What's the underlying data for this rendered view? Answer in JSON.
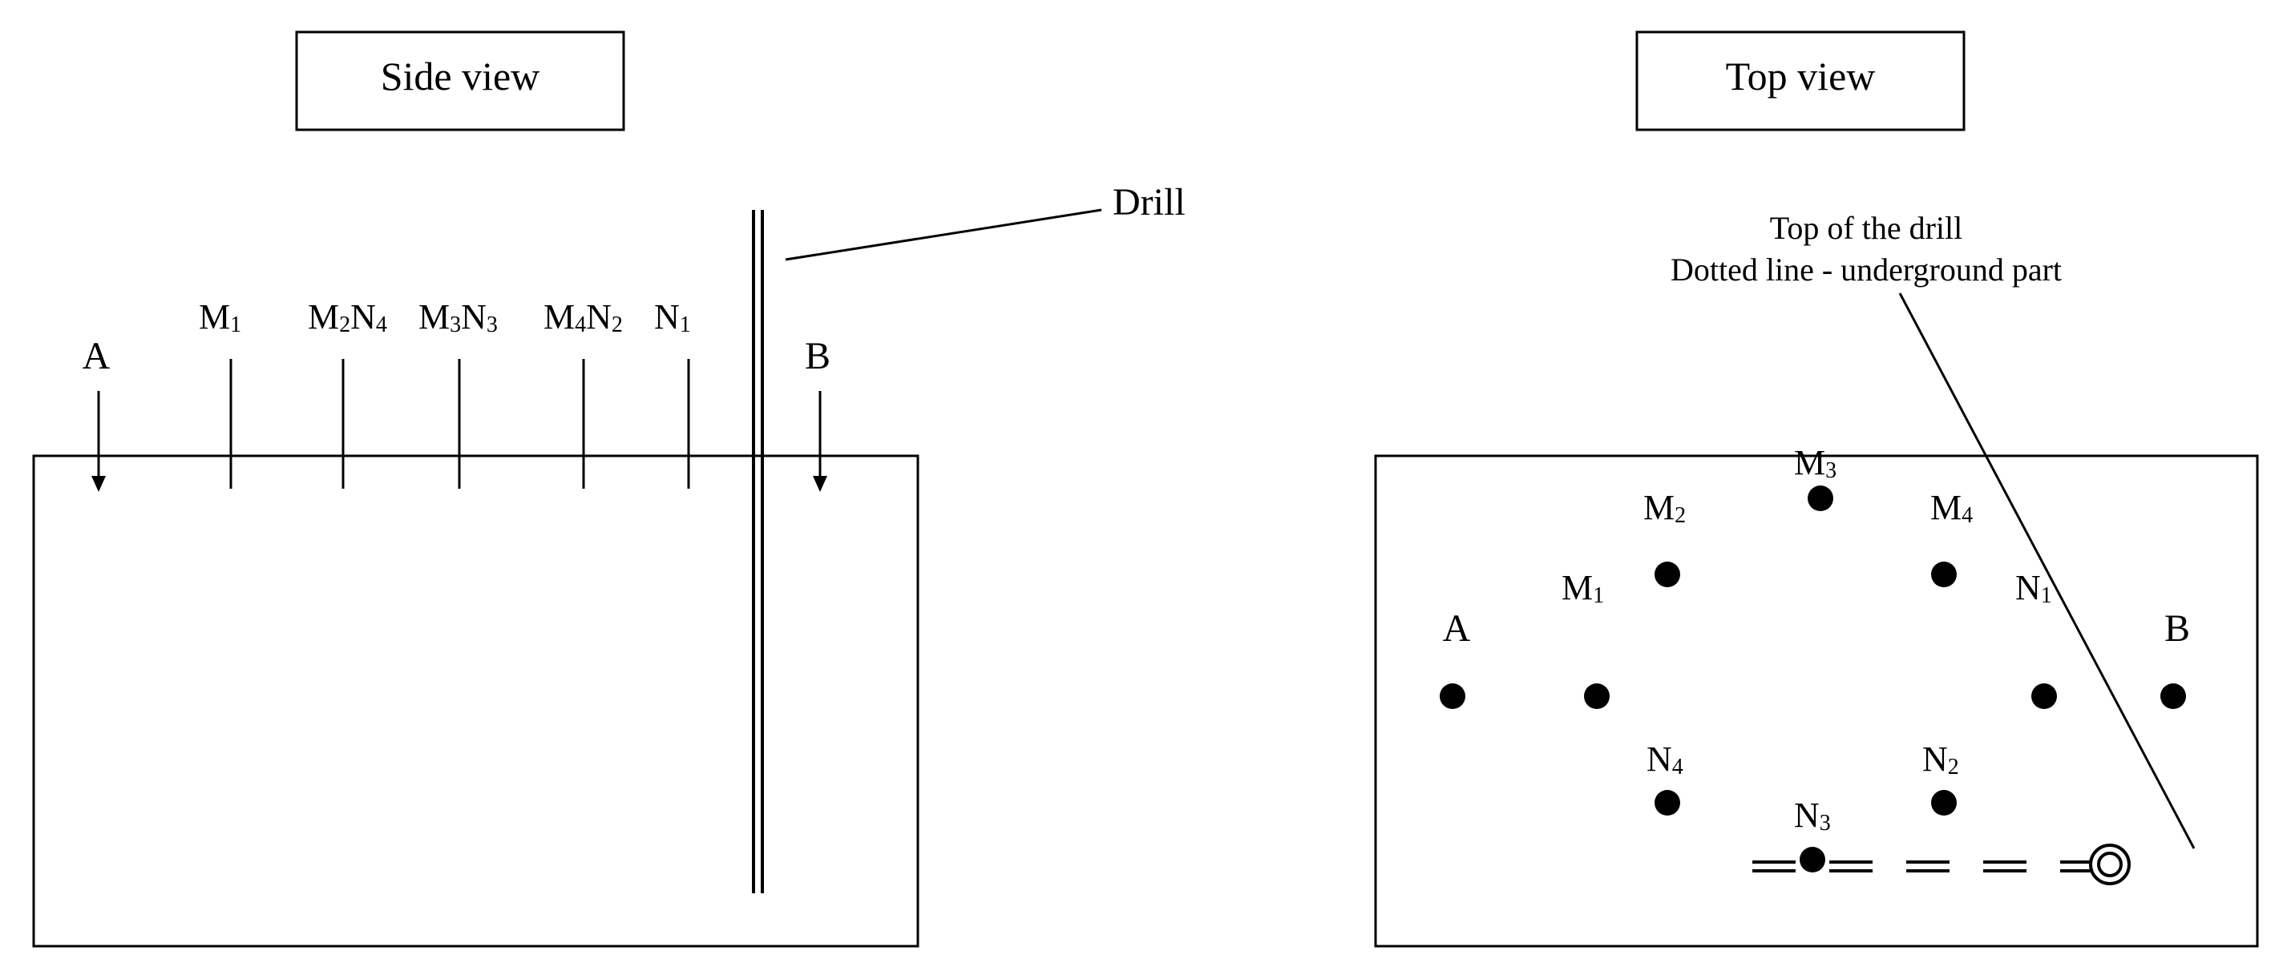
{
  "side_view": {
    "title": "Side view",
    "point_a": "A",
    "point_b": "B",
    "drill_label": "Drill",
    "probes": [
      {
        "main": "M",
        "sub": "1",
        "main2": "",
        "sub2": ""
      },
      {
        "main": "M",
        "sub": "2",
        "main2": "N",
        "sub2": "4"
      },
      {
        "main": "M",
        "sub": "3",
        "main2": "N",
        "sub2": "3"
      },
      {
        "main": "M",
        "sub": "4",
        "main2": "N",
        "sub2": "2"
      },
      {
        "main": "N",
        "sub": "1",
        "main2": "",
        "sub2": ""
      }
    ]
  },
  "top_view": {
    "title": "Top view",
    "annotation_line1": "Top of the drill",
    "annotation_line2": "Dotted line - underground part",
    "point_a": "A",
    "point_b": "B",
    "electrodes": [
      {
        "main": "M",
        "sub": "1"
      },
      {
        "main": "M",
        "sub": "2"
      },
      {
        "main": "M",
        "sub": "3"
      },
      {
        "main": "M",
        "sub": "4"
      },
      {
        "main": "N",
        "sub": "1"
      },
      {
        "main": "N",
        "sub": "2"
      },
      {
        "main": "N",
        "sub": "3"
      },
      {
        "main": "N",
        "sub": "4"
      }
    ]
  }
}
